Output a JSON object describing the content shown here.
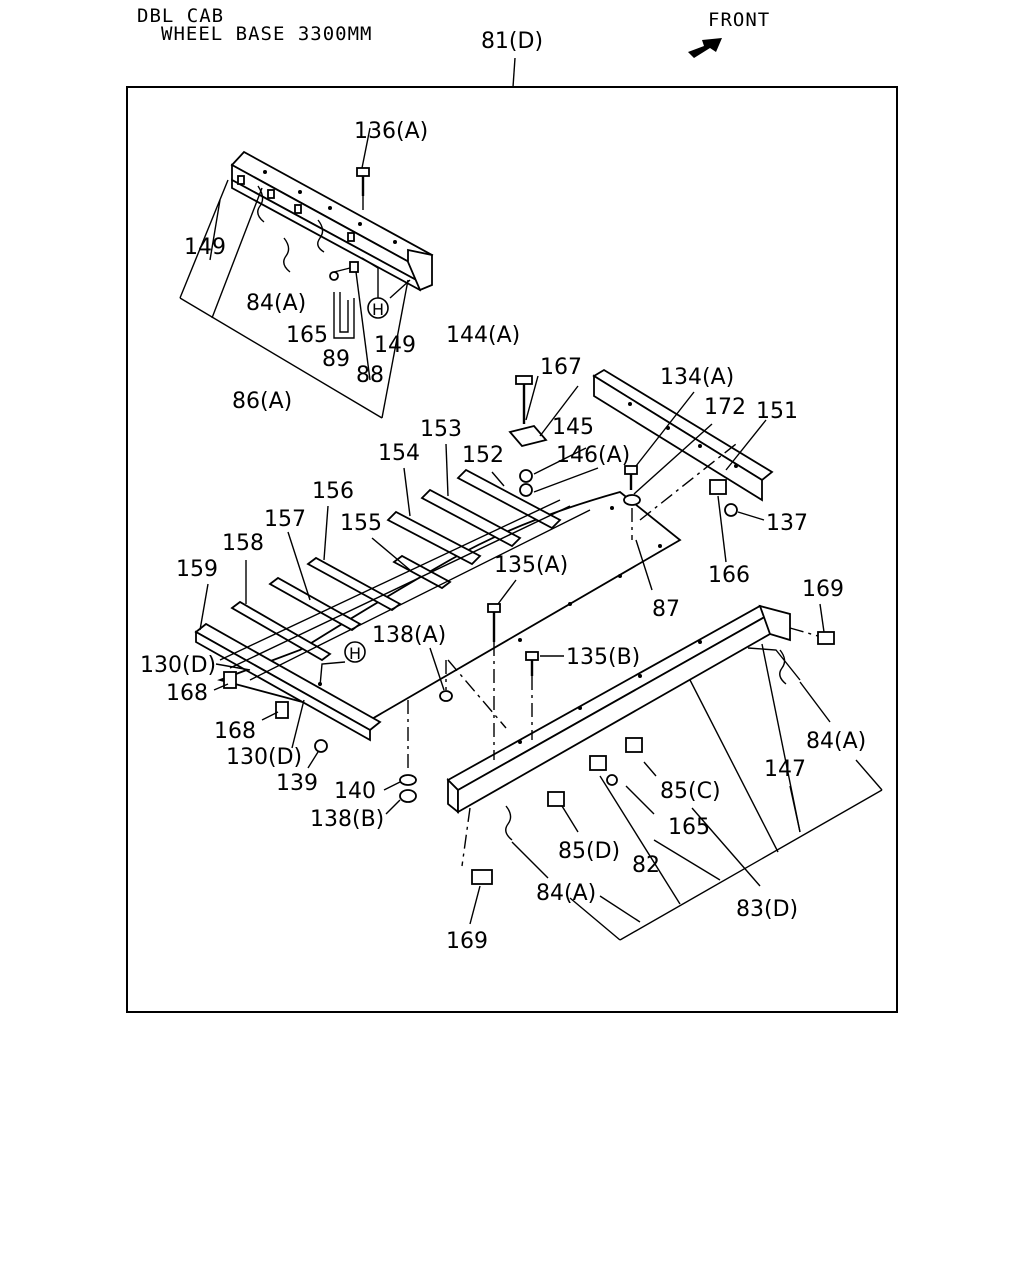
{
  "header": {
    "line1": "DBL CAB",
    "line2": "WHEEL BASE 3300MM",
    "front": "FRONT"
  },
  "assembly_label": "81(D)",
  "callouts": [
    {
      "id": "c136a",
      "text": "136(A)"
    },
    {
      "id": "c149a",
      "text": "149"
    },
    {
      "id": "c84a1",
      "text": "84(A)"
    },
    {
      "id": "c165a",
      "text": "165"
    },
    {
      "id": "c89",
      "text": "89"
    },
    {
      "id": "c88",
      "text": "88"
    },
    {
      "id": "c149b",
      "text": "149"
    },
    {
      "id": "c86a",
      "text": "86(A)"
    },
    {
      "id": "c144a",
      "text": "144(A)"
    },
    {
      "id": "c167",
      "text": "167"
    },
    {
      "id": "c134a",
      "text": "134(A)"
    },
    {
      "id": "c172",
      "text": "172"
    },
    {
      "id": "c151",
      "text": "151"
    },
    {
      "id": "c145",
      "text": "145"
    },
    {
      "id": "c146a",
      "text": "146(A)"
    },
    {
      "id": "c153",
      "text": "153"
    },
    {
      "id": "c154",
      "text": "154"
    },
    {
      "id": "c152",
      "text": "152"
    },
    {
      "id": "c137",
      "text": "137"
    },
    {
      "id": "c156",
      "text": "156"
    },
    {
      "id": "c157",
      "text": "157"
    },
    {
      "id": "c155",
      "text": "155"
    },
    {
      "id": "c158",
      "text": "158"
    },
    {
      "id": "c159",
      "text": "159"
    },
    {
      "id": "c166",
      "text": "166"
    },
    {
      "id": "c135a",
      "text": "135(A)"
    },
    {
      "id": "c87",
      "text": "87"
    },
    {
      "id": "c169a",
      "text": "169"
    },
    {
      "id": "c138a",
      "text": "138(A)"
    },
    {
      "id": "c135b",
      "text": "135(B)"
    },
    {
      "id": "c130d1",
      "text": "130(D)"
    },
    {
      "id": "c168a",
      "text": "168"
    },
    {
      "id": "c168b",
      "text": "168"
    },
    {
      "id": "c130d2",
      "text": "130(D)"
    },
    {
      "id": "c139",
      "text": "139"
    },
    {
      "id": "c84a2",
      "text": "84(A)"
    },
    {
      "id": "c147",
      "text": "147"
    },
    {
      "id": "c140",
      "text": "140"
    },
    {
      "id": "c138b",
      "text": "138(B)"
    },
    {
      "id": "c85c",
      "text": "85(C)"
    },
    {
      "id": "c165b",
      "text": "165"
    },
    {
      "id": "c85d",
      "text": "85(D)"
    },
    {
      "id": "c82",
      "text": "82"
    },
    {
      "id": "c84a3",
      "text": "84(A)"
    },
    {
      "id": "c83d",
      "text": "83(D)"
    },
    {
      "id": "c169b",
      "text": "169"
    }
  ],
  "reference_marks": [
    {
      "id": "h1",
      "text": "H"
    },
    {
      "id": "h2",
      "text": "H"
    }
  ]
}
